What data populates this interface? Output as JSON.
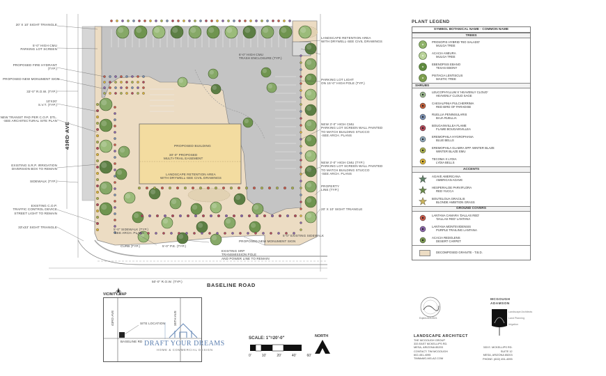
{
  "legend": {
    "title": "PLANT LEGEND",
    "header": "SYMBOL  BOTANICAL NAME - COMMON NAME",
    "sections": [
      {
        "name": "TREES",
        "center": true,
        "items": [
          {
            "botanical": "PROSOPIS HYBRID 'RIO SALADO'",
            "common": "MULGA TREE",
            "color": "#8fb36a"
          },
          {
            "botanical": "ACACIA ANEURA",
            "common": "MULGA TREE",
            "color": "#b9d29a"
          },
          {
            "botanical": "EBENOPSIS EBANO",
            "common": "TEXAS EBONY",
            "color": "#5f8a3f"
          },
          {
            "botanical": "PISTACIA LENTISCUS",
            "common": "MASTIC TREE",
            "color": "#7d9e4e"
          }
        ]
      },
      {
        "name": "SHRUBS",
        "center": false,
        "items": [
          {
            "botanical": "LEUCOPHYLLUM X 'HEAVENLY CLOUD'",
            "common": "HEAVENLY CLOUD SAGE",
            "color": "#9bb78f"
          },
          {
            "botanical": "CAESALPINIA PULCHERRIMA",
            "common": "RED BIRD OF PARADISE",
            "color": "#c0603c"
          },
          {
            "botanical": "RUELLIA PENINSULARIS",
            "common": "BAJA RUELLIA",
            "color": "#7a8fb0"
          },
          {
            "botanical": "BOUGAINVILLEA FLAME",
            "common": "FLAME BOUGAINVILLEA",
            "color": "#b24a5a"
          },
          {
            "botanical": "EREMOPHILA HYGROPHANA",
            "common": "BLUE BELLS",
            "color": "#8fa7b8"
          },
          {
            "botanical": "EREMOPHILA GLABRA SPP. WINTER BLAZE",
            "common": "WINTER BLAZE EMU",
            "color": "#a9b04f"
          },
          {
            "botanical": "TECOMA X LYDIA",
            "common": "LYDIA BELLS",
            "color": "#d8b33a"
          }
        ]
      },
      {
        "name": "ACCENTS",
        "center": true,
        "items": [
          {
            "botanical": "AGAVE AMERICANA",
            "common": "AMERICAN AGAVE",
            "color": "#5e7f66"
          },
          {
            "botanical": "HESPERALOE PARVIFLORA",
            "common": "RED YUCCA",
            "color": "#6a8a4a"
          },
          {
            "botanical": "BOUTELOUA GRACILIS",
            "common": "BLONDE AMBITION GRASS",
            "color": "#c9b25b"
          }
        ]
      },
      {
        "name": "GROUND COVERS",
        "center": true,
        "items": [
          {
            "botanical": "LANTANA CAMARA 'DALLAS RED'",
            "common": "'DALLAS RED' LANTANA",
            "color": "#c85a4a"
          },
          {
            "botanical": "LANTANA MONTEVIDENSIS",
            "common": "PURPLE TRAILING LANTANA",
            "color": "#8a66a8"
          },
          {
            "botanical": "ACACIA REDOLENS",
            "common": "DESERT CARPET",
            "color": "#7c9a52"
          }
        ]
      }
    ],
    "dg": "DECOMPOSED GRANITE - T.B.D."
  },
  "roads": {
    "baseline": "BASELINE ROAD",
    "avenue": "43RD AVE"
  },
  "building": {
    "label": "PROPOSED BUILDING",
    "easement": "30'-0\" PROPOSED\nMULTI-TRAIL EASEMENT",
    "retention": "LANDSCAPE RETENTION AREA\nWITH DRYWELL-SEE CIVIL DRAWINGS"
  },
  "notes_left": [
    "20' X 10' SIGHT TRIANGLE",
    "5'-0\" HIGH CMU\nPARKING LOT SCREEN",
    "PROPOSED FIRE HYDRANT\n(TYP.)",
    "PROPOSED NEW MONUMENT SIGN",
    "33'-0\" R.O.W. (TYP.)",
    "10'X20'\nS.V.T. (TYP.)",
    "NEW TRANSIT PAD PER C.O.P. DTL.\n-SEE ARCHITECTURAL SITE PLAN",
    "EXISTING S.R.P. IRRIGATION\nDIVERSION BOX TO REMAIN",
    "SIDEWALK (TYP.)",
    "EXISTING C.O.P.\nTRAFFIC CONTROL DEVICE\nSTREET LIGHT TO REMAIN",
    "33'x33' SIGHT TRIANGLE"
  ],
  "notes_bottom": [
    "5'-0\" SIDEWALK (TYP.)\n-SEE ARCH. PLANS",
    "CURB (TYP.)",
    "5'-0\" P.E. (TYP.)",
    "EXISTING SRP\nTRANSMISSION POLE\nAND POWER LINE TO REMAIN",
    "PROPOSED NEW MONUMENT SIGN",
    "5'-0\" EXISTING SIDEWALK",
    "50'-0\" R.O.W. (TYP.)"
  ],
  "notes_right": [
    "LANDSCAPE RETENTION AREA\nWITH DRYWELL-SEE CIVIL DRAWINGS",
    "6'-0\" HIGH CMU\nTRASH ENCLOSURE (TYP.)",
    "PARKING LOT LIGHT\nON 15'-0\" HIGH POLE (TYP.)",
    "NEW 3'-0\" HIGH CMU\nPARKING LOT SCREEN WALL PAINTED\nTO MATCH BUILDING STUCCO\n-SEE ARCH. PLANS",
    "NEW 3'-0\" HIGH CMU (TYP.)\nPARKING LOT SCREEN WALL PAINTED\nTO MATCH BUILDING STUCCO\n-SEE ARCH. PLANS",
    "PROPERTY\nLINE (TYP.)",
    "20' X 10' SIGHT TRIANGLE"
  ],
  "vicinity": {
    "title": "VICINITY MAP",
    "site": "SITE LOCATION",
    "road": "BASELINE RD",
    "ave1": "43RD AVE",
    "ave2": "35TH AVE"
  },
  "logo": {
    "name": "DRAFT YOUR DREAMS",
    "tag": "HOME & COMMERCIAL DESIGN"
  },
  "scale": {
    "label": "SCALE: 1\"=20'-0\"",
    "north": "NORTH",
    "ticks": [
      "0'",
      "10'",
      "20'",
      "40'",
      "60'"
    ]
  },
  "architect": {
    "title": "LANDSCAPE ARCHITECT",
    "lines": [
      "THE MCGOUGH GROUP",
      "333 EAST MCKELLIPS RD.",
      "MESA, ARIZONA 85203",
      "CONTACT: TIM MCGOUGH",
      "602-451-4095",
      "TIMMcMG-MG-AZ.COM"
    ],
    "addr": [
      "333 E. MCKELLIPS RD.",
      "SUITE 12",
      "MESA, ARIZONA 85203",
      "PHONE: (602) 451-4095"
    ],
    "firm1": "MCGOUGH",
    "firm2": "ADAMSON",
    "sub": "Landscape Architects\n\nLand Planning\n\nIrrigation",
    "seal": "Expires 8/31/2021"
  },
  "colors": {
    "asphalt": "#c4c4c4",
    "building": "#f3dca0",
    "dg": "#ecdcc3",
    "tree": "#86a867",
    "tree_dark": "#5c7e44"
  }
}
